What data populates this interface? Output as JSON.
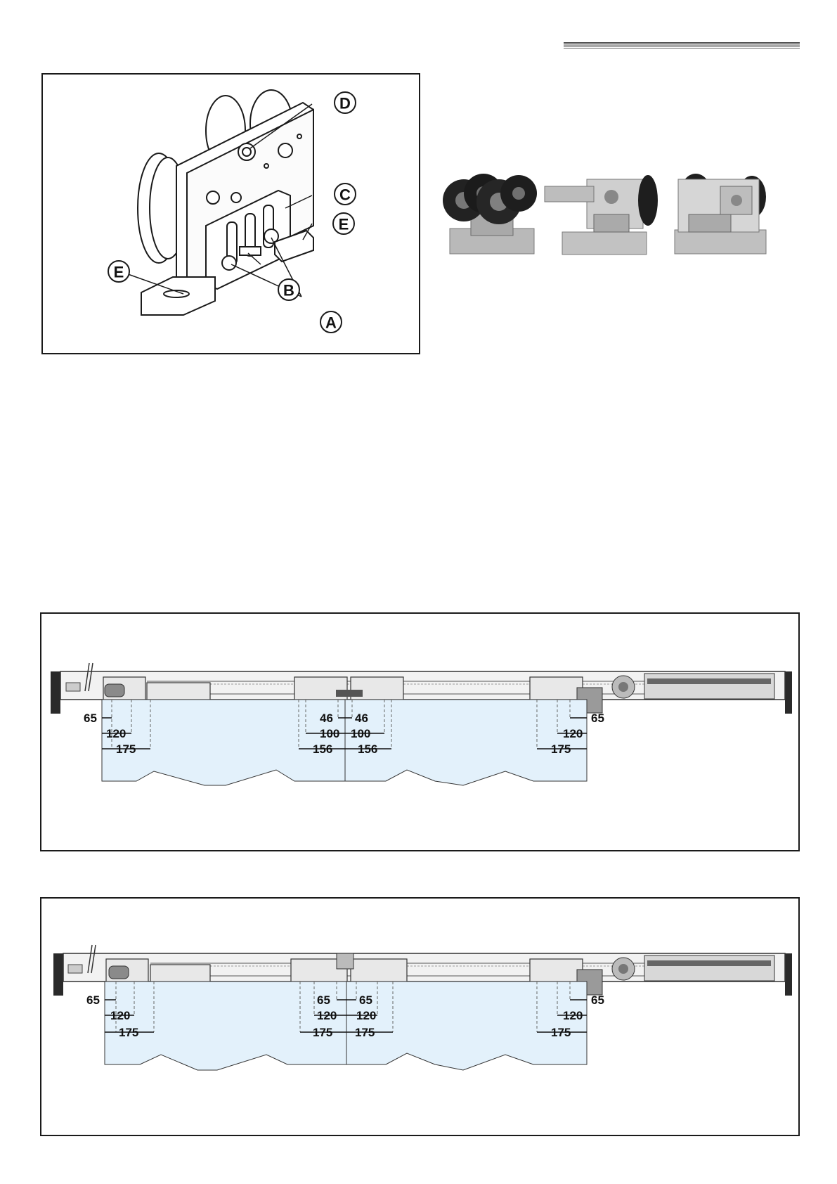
{
  "callouts": {
    "a": "A",
    "b": "B",
    "c": "C",
    "d": "D",
    "e": "E"
  },
  "diagram1": {
    "dims": [
      "65",
      "120",
      "175",
      "46",
      "100",
      "156",
      "46",
      "100",
      "156",
      "120",
      "175",
      "65"
    ]
  },
  "diagram2": {
    "dims": [
      "65",
      "120",
      "175",
      "65",
      "120",
      "175",
      "65",
      "120",
      "175",
      "120",
      "175",
      "65"
    ]
  },
  "colors": {
    "glass": "#e3f1fb",
    "line": "#1a1a1a",
    "rail": "#f2f2f2"
  }
}
